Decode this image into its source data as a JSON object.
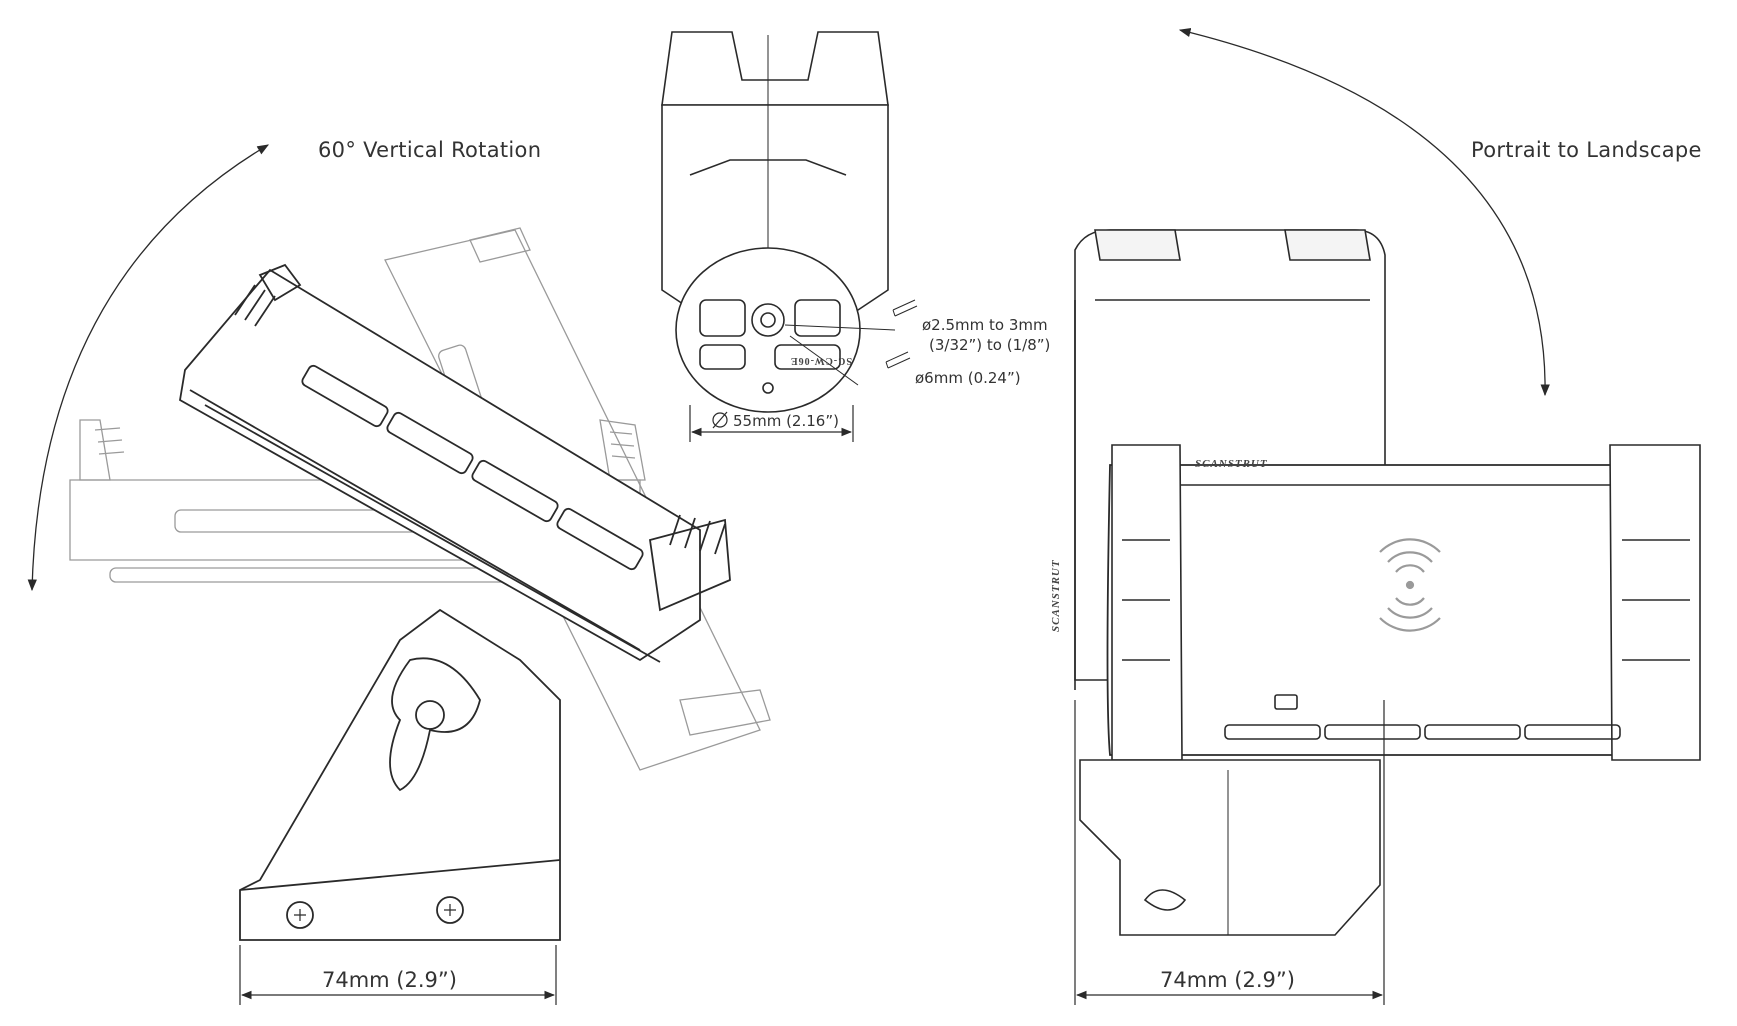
{
  "labels": {
    "vertical_rotation": "60° Vertical  Rotation",
    "portrait_landscape": "Portrait to Landscape",
    "dim_left_width": "74mm (2.9”)",
    "dim_right_width": "74mm (2.9”)",
    "dim_base_diameter": "55mm (2.16”)",
    "screw_hole_1": "ø2.5mm to 3mm",
    "screw_hole_1_imperial": "(3/32”) to (1/8”)",
    "screw_hole_2": "ø6mm (0.24”)",
    "brand_mark": "SCANSTRUT",
    "model_mark": "SC-CW-06E"
  },
  "colors": {
    "line": "#2a2a2a",
    "faint": "#9a9a9a",
    "fill_dark": "#3a3a3a",
    "fill_light": "#f4f4f4"
  },
  "icons": {
    "diameter_symbol": "diameter-symbol-icon",
    "wireless_charging": "wireless-charging-icon"
  }
}
